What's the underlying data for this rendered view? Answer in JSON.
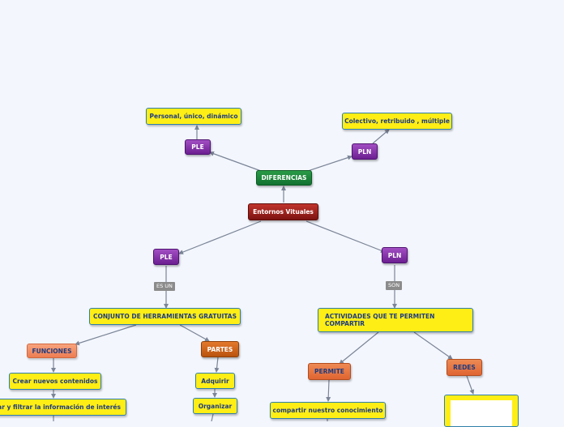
{
  "nodes": {
    "root": "Entornos Vituales",
    "diferencias": "DIFERENCIAS",
    "ple_top": "PLE",
    "pln_top": "PLN",
    "ple_desc": "Personal, único, dinámico",
    "pln_desc": "Colectivo, retribuido , múltiple",
    "ple_left": "PLE",
    "pln_right": "PLN",
    "es_un": "ES UN",
    "son": "SON",
    "conjunto": "CONJUNTO DE HERRAMIENTAS GRATUITAS",
    "actividades": "ACTIVIDADES QUE TE PERMITEN COMPARTIR",
    "funciones": "FUNCIONES",
    "partes": "PARTES",
    "crear": "Crear nuevos contenidos",
    "buscar": "Buscar y filtrar la información de interés",
    "adquirir": "Adquirir",
    "organizar": "Organizar",
    "permite": "PERMITE",
    "redes": "REDES",
    "compartir": "compartir nuestro conocimiento"
  },
  "colors": {
    "connector": "#7b8597",
    "yellow": "#ffee15",
    "purple": "#8a35ad",
    "green": "#1d8a3c",
    "red": "#a3241e",
    "orange": "#e9774a"
  }
}
